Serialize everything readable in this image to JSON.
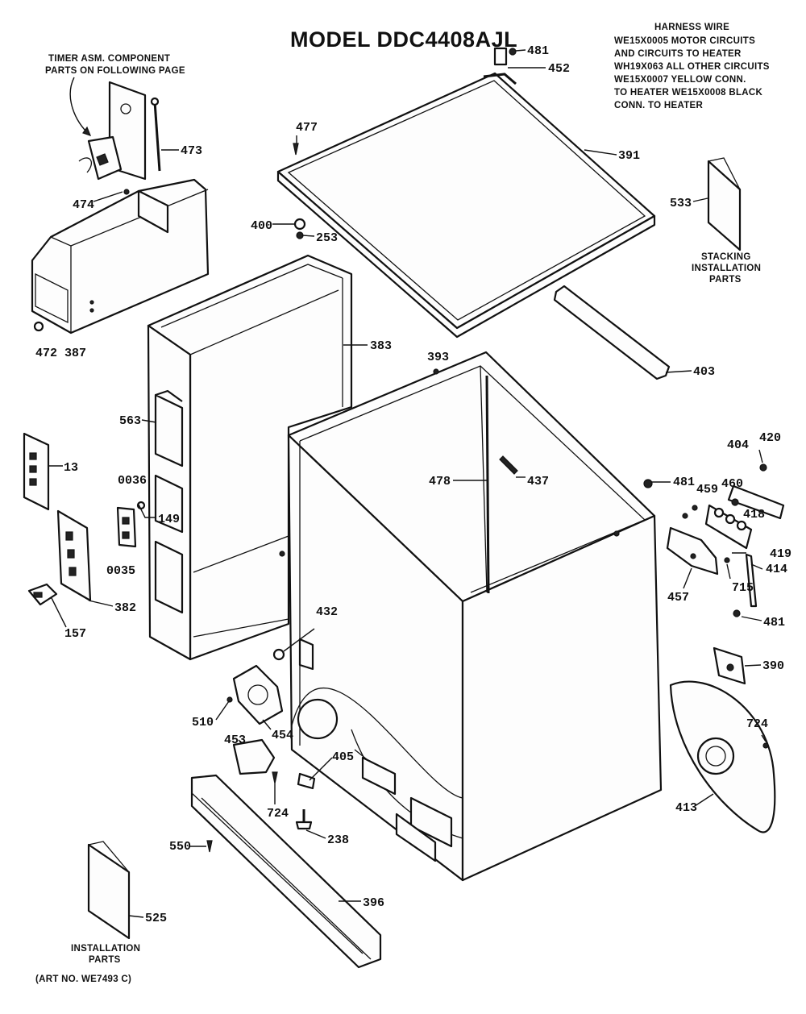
{
  "title": "MODEL DDC4408AJL",
  "notes": {
    "timer_line1": "TIMER ASM. COMPONENT",
    "timer_line2": "PARTS ON FOLLOWING PAGE",
    "harness_title": "HARNESS WIRE",
    "harness_lines": [
      "WE15X0005 MOTOR CIRCUITS",
      "AND CIRCUITS TO HEATER",
      "WH19X063 ALL OTHER CIRCUITS",
      "WE15X0007 YELLOW CONN.",
      "TO HEATER    WE15X0008 BLACK",
      "CONN. TO HEATER"
    ],
    "stacking_lines": [
      "STACKING",
      "INSTALLATION",
      "PARTS"
    ],
    "installation_lines": [
      "INSTALLATION",
      "PARTS"
    ],
    "art_no": "(ART NO. WE7493 C)"
  },
  "parts": {
    "p481a": "481",
    "p452": "452",
    "p391": "391",
    "p477": "477",
    "p473": "473",
    "p474": "474",
    "p400": "400",
    "p253": "253",
    "p533": "533",
    "p472": "472",
    "p387": "387",
    "p383": "383",
    "p403": "403",
    "p393": "393",
    "p563": "563",
    "p404": "404",
    "p420": "420",
    "p478": "478",
    "p437": "437",
    "p13": "13",
    "p481b": "481",
    "p459": "459",
    "p460": "460",
    "p418": "418",
    "p0036": "0036",
    "p149": "149",
    "p419": "419",
    "p0035": "0035",
    "p414": "414",
    "p715": "715",
    "p457": "457",
    "p382": "382",
    "p481c": "481",
    "p157": "157",
    "p432": "432",
    "p390": "390",
    "p510": "510",
    "p454": "454",
    "p724a": "724",
    "p405": "405",
    "p453": "453",
    "p413": "413",
    "p724b": "724",
    "p238": "238",
    "p550": "550",
    "p396": "396",
    "p525": "525"
  }
}
